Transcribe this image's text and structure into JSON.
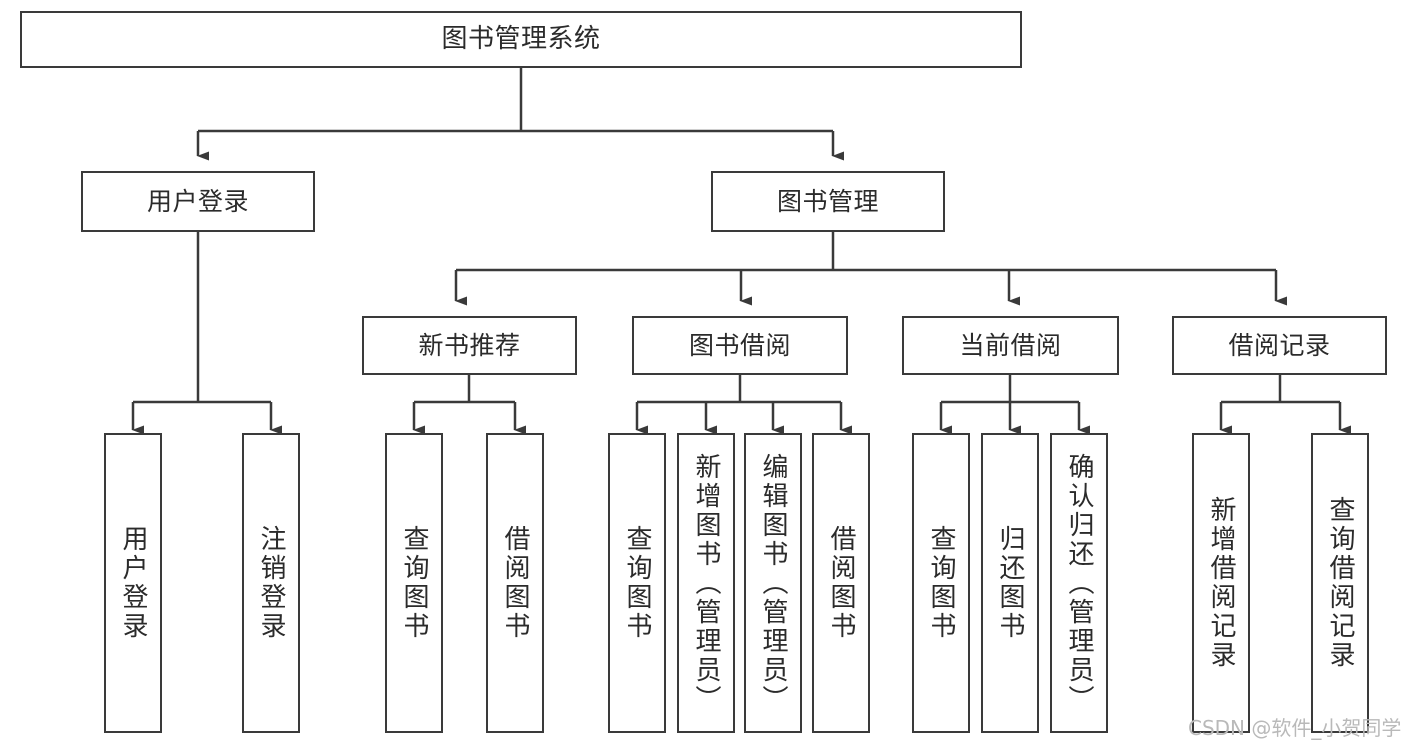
{
  "diagram": {
    "type": "tree-hierarchy",
    "title": "图书管理系统",
    "watermark": "CSDN @软件_小贺同学",
    "colors": {
      "stroke": "#3a3a3a",
      "fill": "#ffffff",
      "text": "#2b2b2b",
      "watermark": "#b9b9b9"
    },
    "nodes": {
      "root": {
        "label": "图书管理系统",
        "level": 1,
        "orientation": "horizontal"
      },
      "l2": [
        {
          "id": "user-login",
          "label": "用户登录",
          "level": 2,
          "orientation": "horizontal"
        },
        {
          "id": "book-manage",
          "label": "图书管理",
          "level": 2,
          "orientation": "horizontal"
        }
      ],
      "l3": [
        {
          "id": "new-book-rec",
          "label": "新书推荐",
          "level": 3,
          "orientation": "horizontal"
        },
        {
          "id": "book-borrow",
          "label": "图书借阅",
          "level": 3,
          "orientation": "horizontal"
        },
        {
          "id": "current-borrow",
          "label": "当前借阅",
          "level": 3,
          "orientation": "horizontal"
        },
        {
          "id": "borrow-record",
          "label": "借阅记录",
          "level": 3,
          "orientation": "horizontal"
        }
      ],
      "l4": [
        {
          "id": "leaf-user-login",
          "label": "用户登录",
          "parent": "user-login",
          "level": 4,
          "orientation": "vertical"
        },
        {
          "id": "leaf-logout-login",
          "label": "注销登录",
          "parent": "user-login",
          "level": 4,
          "orientation": "vertical"
        },
        {
          "id": "leaf-query-book-1",
          "label": "查询图书",
          "parent": "new-book-rec",
          "level": 4,
          "orientation": "vertical"
        },
        {
          "id": "leaf-borrow-book-1",
          "label": "借阅图书",
          "parent": "new-book-rec",
          "level": 4,
          "orientation": "vertical"
        },
        {
          "id": "leaf-query-book-2",
          "label": "查询图书",
          "parent": "book-borrow",
          "level": 4,
          "orientation": "vertical"
        },
        {
          "id": "leaf-add-book",
          "label": "新增图书（管理员）",
          "parent": "book-borrow",
          "level": 4,
          "orientation": "vertical"
        },
        {
          "id": "leaf-edit-book",
          "label": "编辑图书（管理员）",
          "parent": "book-borrow",
          "level": 4,
          "orientation": "vertical"
        },
        {
          "id": "leaf-borrow-book-2",
          "label": "借阅图书",
          "parent": "book-borrow",
          "level": 4,
          "orientation": "vertical"
        },
        {
          "id": "leaf-query-book-3",
          "label": "查询图书",
          "parent": "current-borrow",
          "level": 4,
          "orientation": "vertical"
        },
        {
          "id": "leaf-return-book",
          "label": "归还图书",
          "parent": "current-borrow",
          "level": 4,
          "orientation": "vertical"
        },
        {
          "id": "leaf-confirm-return",
          "label": "确认归还（管理员）",
          "parent": "current-borrow",
          "level": 4,
          "orientation": "vertical"
        },
        {
          "id": "leaf-add-record",
          "label": "新增借阅记录",
          "parent": "borrow-record",
          "level": 4,
          "orientation": "vertical"
        },
        {
          "id": "leaf-query-record",
          "label": "查询借阅记录",
          "parent": "borrow-record",
          "level": 4,
          "orientation": "vertical"
        }
      ]
    }
  }
}
